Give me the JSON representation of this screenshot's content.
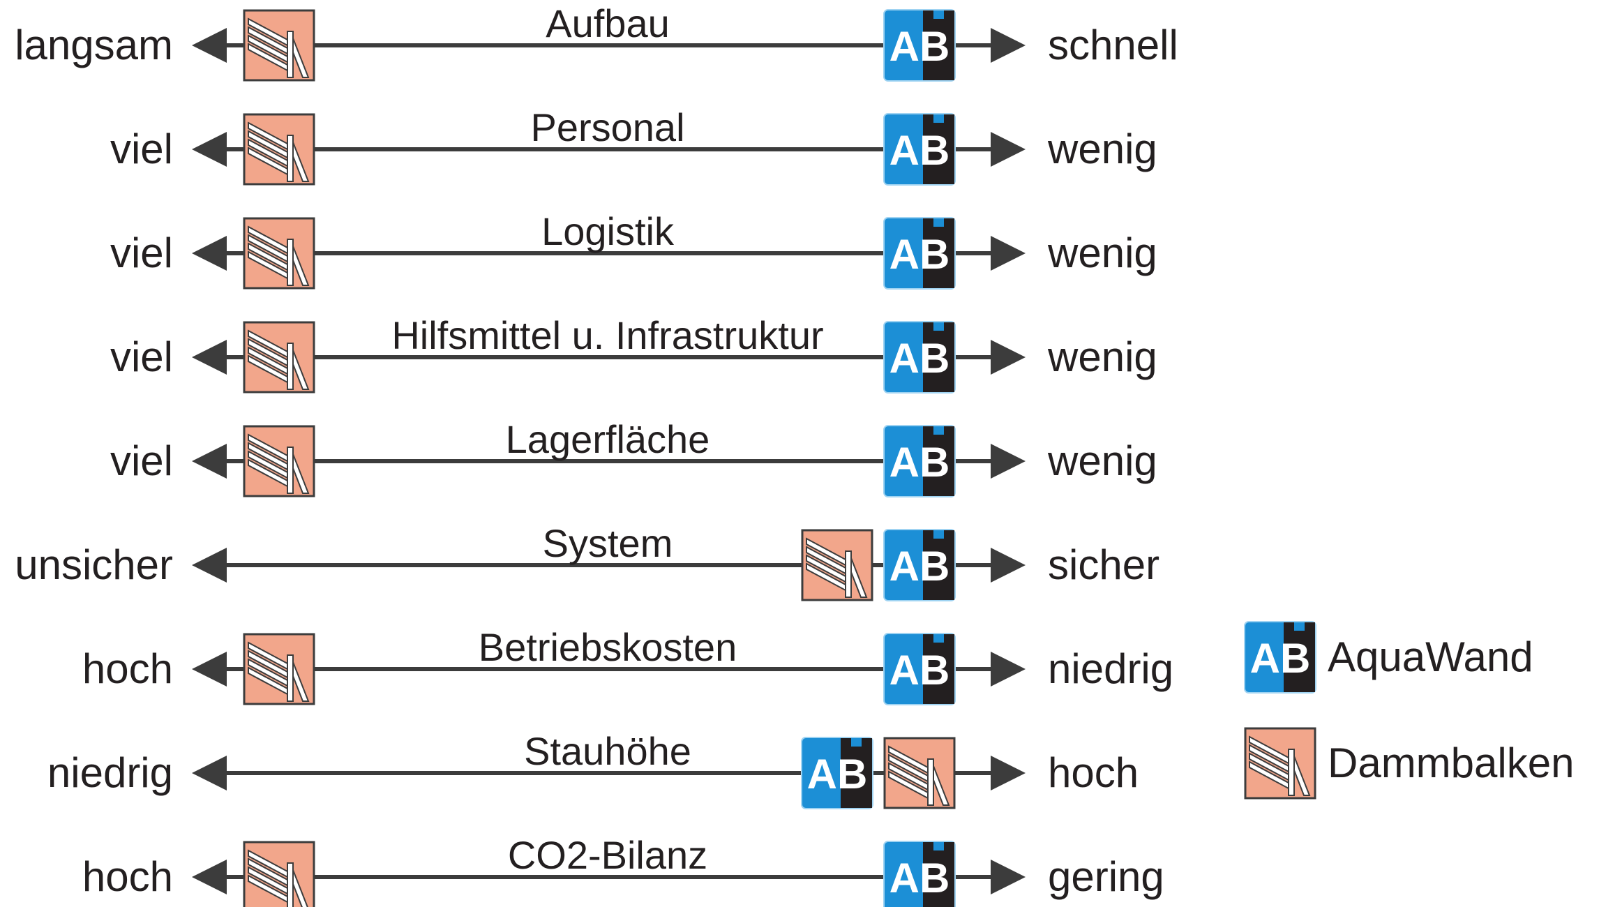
{
  "rows": [
    {
      "title": "Aufbau",
      "left": "langsam",
      "right": "schnell",
      "items": [
        "dammbalken",
        "aquawand"
      ],
      "positions": [
        "far-left",
        "far-right"
      ]
    },
    {
      "title": "Personal",
      "left": "viel",
      "right": "wenig",
      "items": [
        "dammbalken",
        "aquawand"
      ],
      "positions": [
        "far-left",
        "far-right"
      ]
    },
    {
      "title": "Logistik",
      "left": "viel",
      "right": "wenig",
      "items": [
        "dammbalken",
        "aquawand"
      ],
      "positions": [
        "far-left",
        "far-right"
      ]
    },
    {
      "title": "Hilfsmittel u. Infrastruktur",
      "left": "viel",
      "right": "wenig",
      "items": [
        "dammbalken",
        "aquawand"
      ],
      "positions": [
        "far-left",
        "far-right"
      ]
    },
    {
      "title": "Lagerfläche",
      "left": "viel",
      "right": "wenig",
      "items": [
        "dammbalken",
        "aquawand"
      ],
      "positions": [
        "far-left",
        "far-right"
      ]
    },
    {
      "title": "System",
      "left": "unsicher",
      "right": "sicher",
      "items": [
        "dammbalken",
        "aquawand"
      ],
      "positions": [
        "near-right",
        "far-right"
      ]
    },
    {
      "title": "Betriebskosten",
      "left": "hoch",
      "right": "niedrig",
      "items": [
        "dammbalken",
        "aquawand"
      ],
      "positions": [
        "far-left",
        "far-right"
      ]
    },
    {
      "title": "Stauhöhe",
      "left": "niedrig",
      "right": "hoch",
      "items": [
        "aquawand",
        "dammbalken"
      ],
      "positions": [
        "near-right",
        "far-right"
      ]
    },
    {
      "title": "CO2-Bilanz",
      "left": "hoch",
      "right": "gering",
      "items": [
        "dammbalken",
        "aquawand"
      ],
      "positions": [
        "far-left",
        "far-right"
      ]
    }
  ],
  "legend": [
    {
      "icon": "aquawand",
      "label": "AquaWand"
    },
    {
      "icon": "dammbalken",
      "label": "Dammbalken"
    }
  ],
  "aquawand_logo_text": "AB",
  "colors": {
    "line": "#3c3c3c",
    "text": "#231f20",
    "aquawand_blue": "#1c8fd6",
    "aquawand_dark": "#231f20",
    "dammbalken_fill": "#f2a68b",
    "dammbalken_border": "#3c3c3c"
  }
}
